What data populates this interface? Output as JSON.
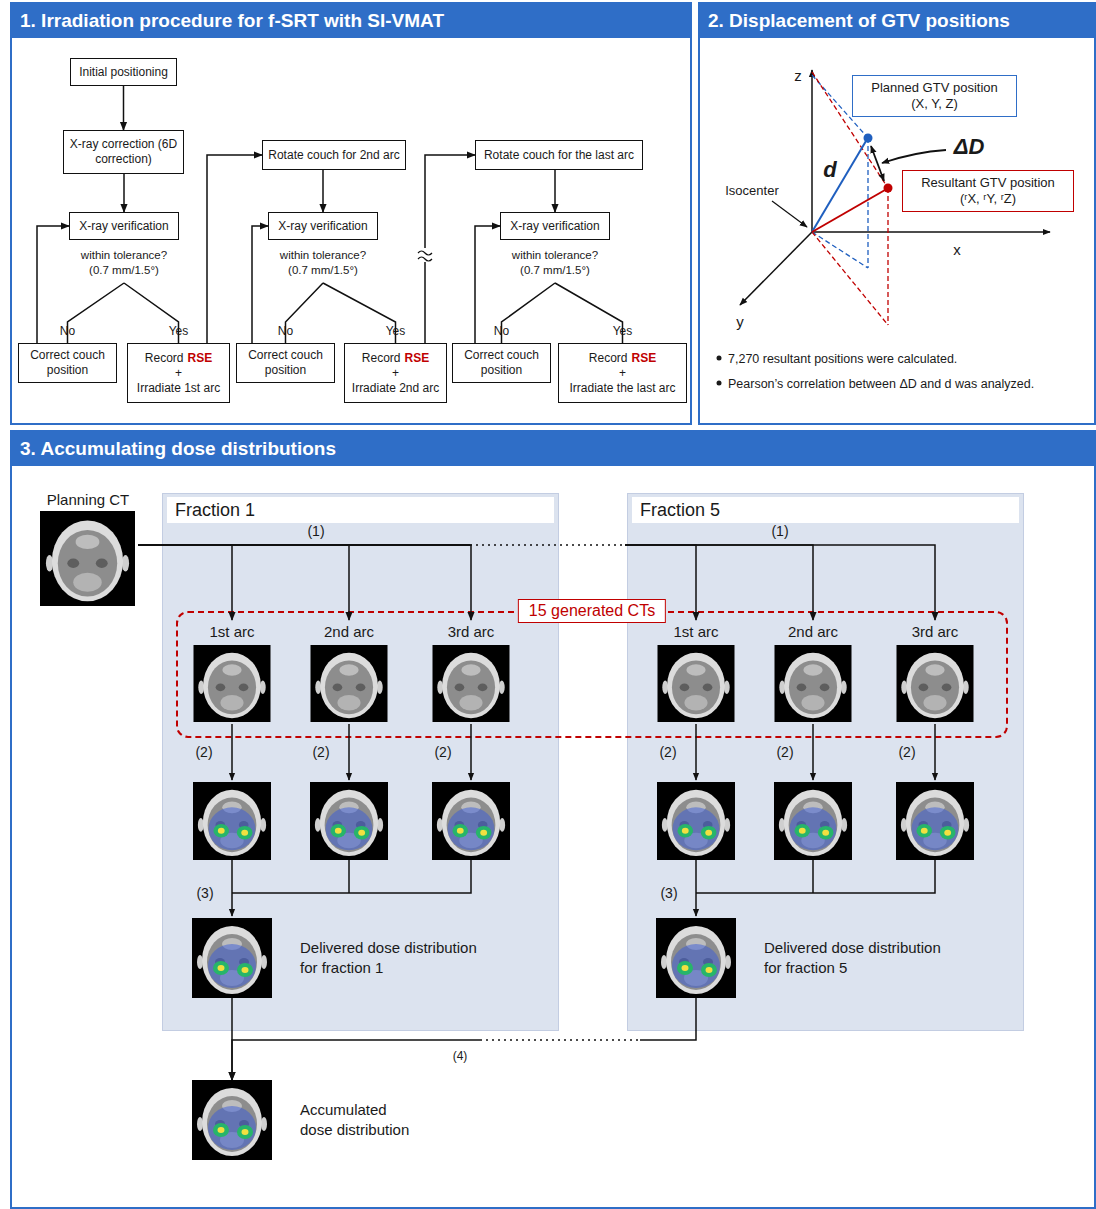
{
  "diagram": {
    "nodes": [
      {
        "text": [
          "1. Irradiation procedure for f-SRT with SI-VMAT"
        ]
      },
      {
        "text": [
          "Initial positioning"
        ],
        "in": 0
      },
      {
        "text": [
          "X-ray correction (6D correction)"
        ],
        "in": 0
      },
      {
        "text": [
          "X-ray verification"
        ],
        "in": 0
      },
      {
        "text": [
          "within tolerance? (0.7 mm/1.5°)"
        ],
        "in": 0
      },
      {
        "text": [
          "Correct couch position"
        ],
        "in": 0
      },
      {
        "text": [
          "Record",
          "RSE",
          "+",
          "Irradiate 1st arc"
        ],
        "in": 0
      },
      {
        "text": [
          "Rotate couch for 2nd arc"
        ],
        "in": 0
      },
      {
        "text": [
          "X-ray verification"
        ],
        "in": 0
      },
      {
        "text": [
          "within tolerance? (0.7 mm/1.5°)"
        ],
        "in": 0
      },
      {
        "text": [
          "Correct couch position"
        ],
        "in": 0
      },
      {
        "text": [
          "Record",
          "RSE",
          "+",
          "Irradiate 2nd arc"
        ],
        "in": 0
      },
      {
        "text": [
          "Rotate couch for the last arc"
        ],
        "in": 0
      },
      {
        "text": [
          "X-ray verification"
        ],
        "in": 0
      },
      {
        "text": [
          "within tolerance? (0.7 mm/1.5°)"
        ],
        "in": 0
      },
      {
        "text": [
          "Correct couch position"
        ],
        "in": 0
      },
      {
        "text": [
          "Record",
          "RSE",
          "+",
          "Irradiate the last arc"
        ],
        "in": 0
      },
      {
        "text": [
          "2. Displacement of GTV positions"
        ]
      },
      {
        "text": [
          "Planned GTV position",
          "(X, Y, Z)"
        ],
        "in": 17
      },
      {
        "text": [
          "Resultant GTV position",
          "(ʳX, ʳY, ʳZ)"
        ],
        "in": 17
      },
      {
        "text": [
          "3. Accumulating dose distributions"
        ]
      },
      {
        "text": [
          "Planning CT"
        ],
        "in": 20
      },
      {
        "text": [
          "Fraction 1"
        ],
        "in": 20
      },
      {
        "text": [
          "1st arc"
        ],
        "in": 22
      },
      {
        "text": [
          "2nd arc"
        ],
        "in": 22
      },
      {
        "text": [
          "3rd arc"
        ],
        "in": 22
      },
      {
        "text": [
          "Delivered dose distribution for fraction 1"
        ],
        "in": 22
      },
      {
        "text": [
          "Fraction 5"
        ],
        "in": 20
      },
      {
        "text": [
          "1st arc"
        ],
        "in": 27
      },
      {
        "text": [
          "2nd arc"
        ],
        "in": 27
      },
      {
        "text": [
          "3rd arc"
        ],
        "in": 27
      },
      {
        "text": [
          "Delivered dose distribution for fraction 5"
        ],
        "in": 27
      },
      {
        "text": [
          "15 generated CTs"
        ],
        "in": 20
      },
      {
        "text": [
          "Accumulated dose distribution"
        ],
        "in": 20
      }
    ],
    "edges": [
      {
        "from": 1,
        "to": 2,
        "arrow": "to"
      },
      {
        "from": 2,
        "to": 3,
        "arrow": "to"
      },
      {
        "from": 4,
        "to": 5,
        "arrow": "none",
        "label": "No"
      },
      {
        "from": 4,
        "to": 6,
        "arrow": "none",
        "label": "Yes"
      },
      {
        "from": 5,
        "to": 3,
        "arrow": "to"
      },
      {
        "from": 6,
        "to": 7,
        "arrow": "to"
      },
      {
        "from": 7,
        "to": 8,
        "arrow": "to"
      },
      {
        "from": 9,
        "to": 10,
        "arrow": "none",
        "label": "No"
      },
      {
        "from": 9,
        "to": 11,
        "arrow": "none",
        "label": "Yes"
      },
      {
        "from": 10,
        "to": 8,
        "arrow": "to"
      },
      {
        "from": 11,
        "to": 12,
        "arrow": "to"
      },
      {
        "from": 12,
        "to": 13,
        "arrow": "to"
      },
      {
        "from": 14,
        "to": 15,
        "arrow": "none",
        "label": "No"
      },
      {
        "from": 14,
        "to": 16,
        "arrow": "none",
        "label": "Yes"
      },
      {
        "from": 15,
        "to": 13,
        "arrow": "to"
      },
      {
        "from": 21,
        "to": 23,
        "arrow": "to"
      },
      {
        "from": 21,
        "to": 24,
        "arrow": "to",
        "label": "(1)"
      },
      {
        "from": 21,
        "to": 25,
        "arrow": "to"
      },
      {
        "from": 21,
        "to": 28,
        "arrow": "to"
      },
      {
        "from": 21,
        "to": 29,
        "arrow": "to",
        "label": "(1)"
      },
      {
        "from": 21,
        "to": 30,
        "arrow": "to"
      },
      {
        "from": 26,
        "to": 33,
        "arrow": "to"
      },
      {
        "from": 31,
        "to": 33,
        "arrow": "to",
        "label": "(4)"
      }
    ],
    "labels": [
      "z",
      "x",
      "y",
      "Isocenter",
      "d",
      "ΔD",
      "7,270 resultant positions were calculated.",
      "Pearson’s correlation between ΔD and d was analyzed.",
      "(2)",
      "(2)",
      "(2)",
      "(3)",
      "(2)",
      "(2)",
      "(2)",
      "(3)"
    ]
  }
}
